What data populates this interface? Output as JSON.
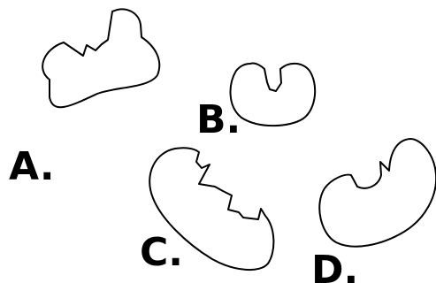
{
  "figures": [
    {
      "id": "A",
      "label": "A."
    },
    {
      "id": "B",
      "label": "B."
    },
    {
      "id": "C",
      "label": "C."
    },
    {
      "id": "D",
      "label": "D."
    }
  ]
}
